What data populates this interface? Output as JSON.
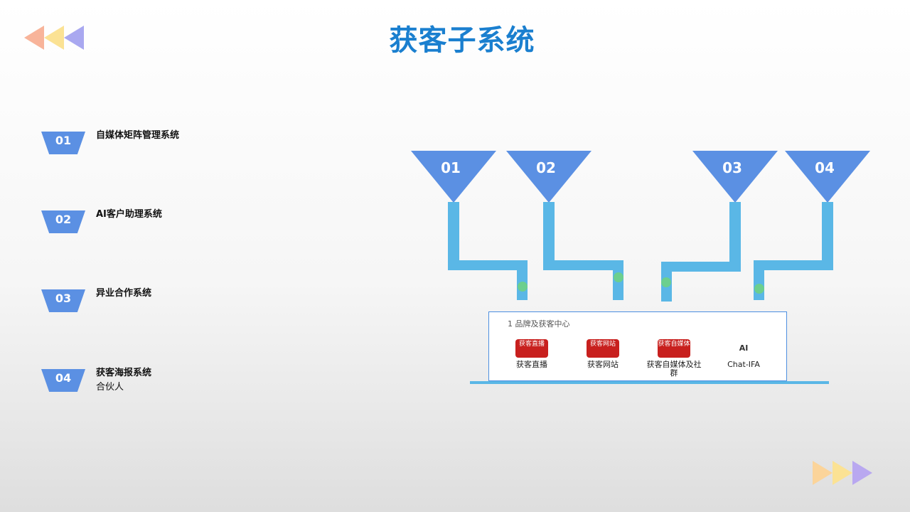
{
  "title": "获客子系统",
  "colors": {
    "title": "#1a7fcf",
    "badge": "#5b90e3",
    "pipe": "#5ab7e6",
    "dot": "#6ccf8e",
    "app_icon": "#c8201e",
    "arrow_left": [
      "#f8b49a",
      "#fbe294",
      "#a9a8f0"
    ],
    "arrow_right": [
      "#fbd49a",
      "#fbe294",
      "#b9a8f0"
    ]
  },
  "list": [
    {
      "num": "01",
      "title": "自媒体矩阵管理系统",
      "subtitle": ""
    },
    {
      "num": "02",
      "title": "AI客户助理系统",
      "subtitle": ""
    },
    {
      "num": "03",
      "title": "异业合作系统",
      "subtitle": ""
    },
    {
      "num": "04",
      "title": "获客海报系统",
      "subtitle": "合伙人"
    }
  ],
  "funnels": [
    "01",
    "02",
    "03",
    "04"
  ],
  "panel": {
    "heading": "1 品牌及获客中心",
    "apps": [
      {
        "icon_text": "获客直播",
        "label": "获客直播",
        "icon": "live-app-icon"
      },
      {
        "icon_text": "获客网站",
        "label": "获客网站",
        "icon": "website-app-icon"
      },
      {
        "icon_text": "获客自媒体",
        "label": "获客自媒体及社群",
        "icon": "media-app-icon"
      },
      {
        "icon_text": "AI",
        "label": "Chat-IFA",
        "icon": "ai-chip-icon"
      }
    ]
  }
}
